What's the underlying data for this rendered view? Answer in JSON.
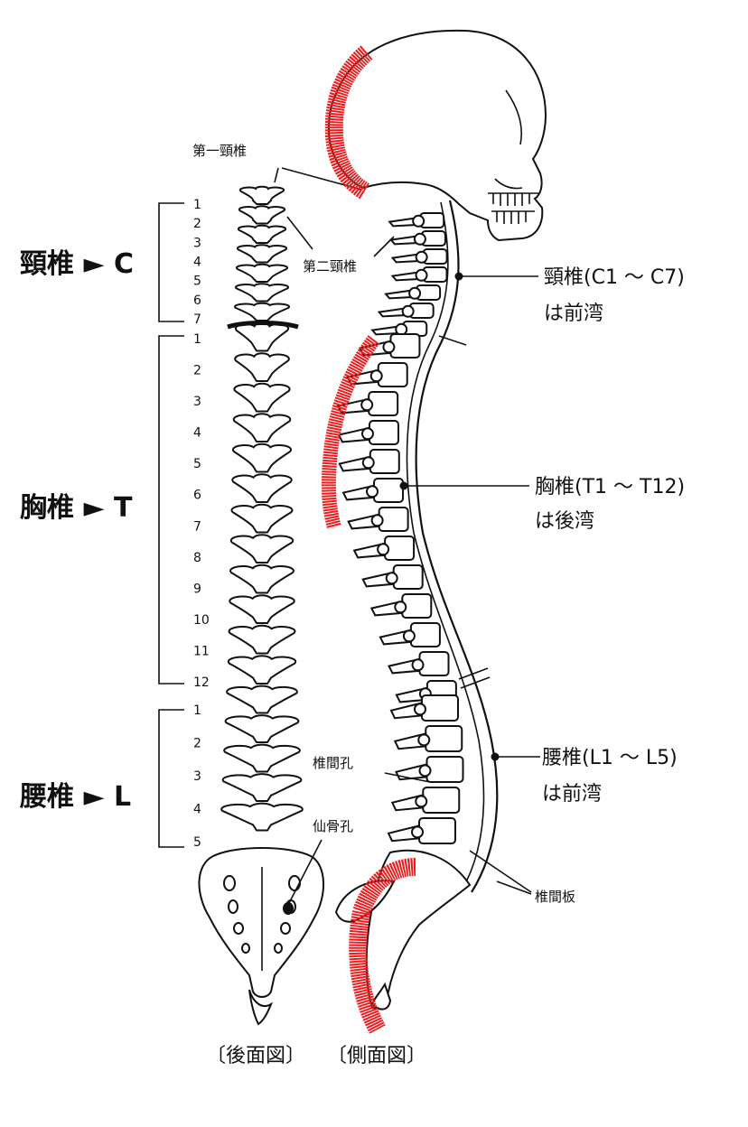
{
  "regions": {
    "cervical": {
      "label": "頸椎 ► C",
      "numbers": [
        "1",
        "2",
        "3",
        "4",
        "5",
        "6",
        "7"
      ],
      "note_line1": "頸椎(C1 ～ C7)",
      "note_line2": "は前湾"
    },
    "thoracic": {
      "label": "胸椎 ► T",
      "numbers": [
        "1",
        "2",
        "3",
        "4",
        "5",
        "6",
        "7",
        "8",
        "9",
        "10",
        "11",
        "12"
      ],
      "note_line1": "胸椎(T1 ～ T12)",
      "note_line2": "は後湾"
    },
    "lumbar": {
      "label": "腰椎 ► L",
      "numbers": [
        "1",
        "2",
        "3",
        "4",
        "5"
      ],
      "note_line1": "腰椎(L1 ～ L5)",
      "note_line2": "は前湾"
    }
  },
  "annotations": {
    "atlas": "第一頸椎",
    "axis": "第二頸椎",
    "foramen": "椎間孔",
    "sacral_foramen": "仙骨孔",
    "disc": "椎間板"
  },
  "captions": {
    "posterior": "〔後面図〕",
    "lateral": "〔側面図〕"
  },
  "colors": {
    "highlight": "#ee1c1c",
    "ink": "#111111"
  }
}
